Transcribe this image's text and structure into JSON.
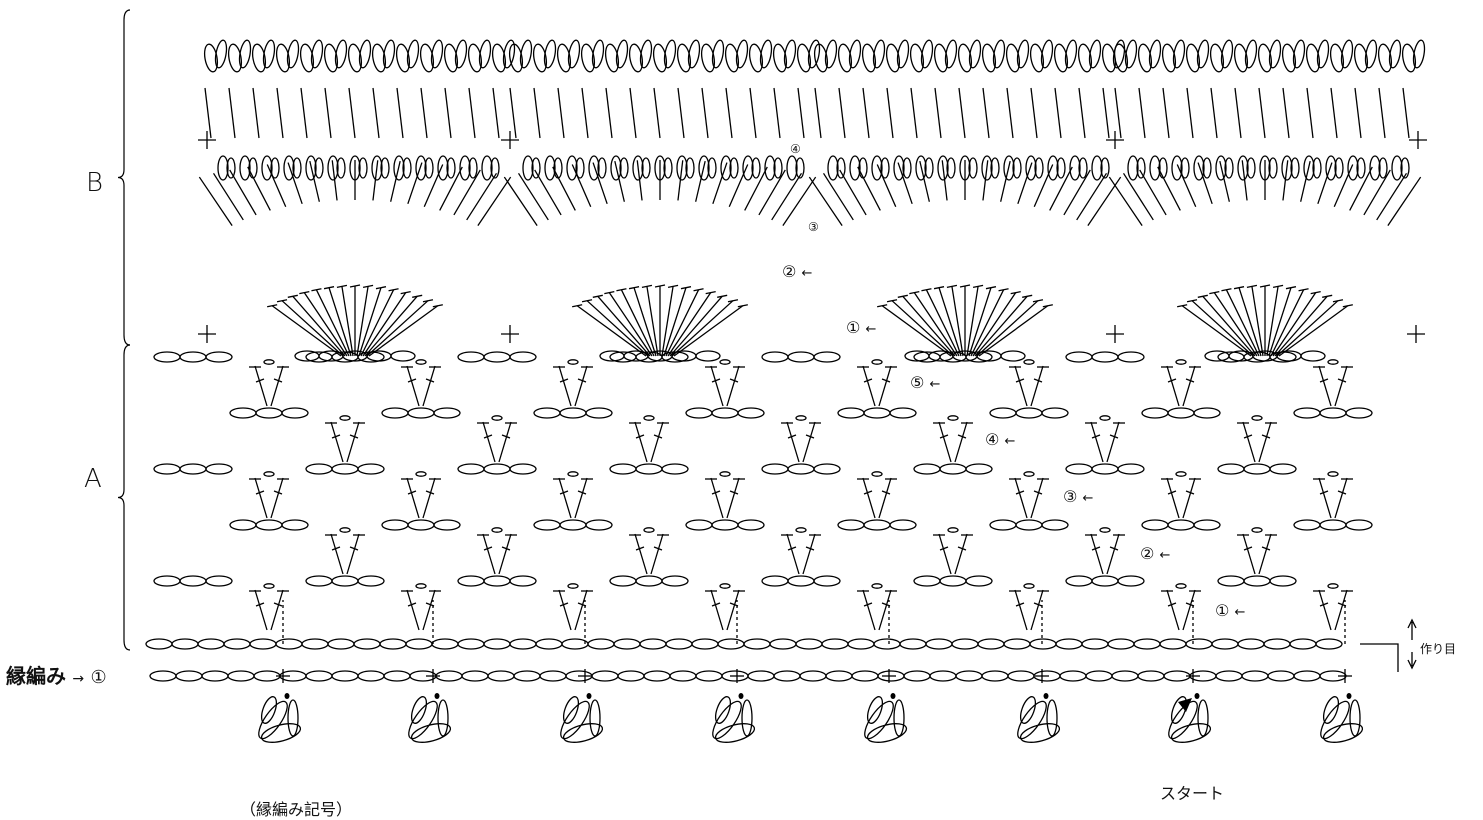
{
  "section_labels": {
    "b": "B",
    "a": "A"
  },
  "edge_label": "縁編み",
  "edge_arrow": "→",
  "edge_row_num": "①",
  "foundation_label": "作り目",
  "start_label": "スタート",
  "bottom_note": "（縁編み記号）",
  "row_markers_a": [
    {
      "num": "⑤",
      "arrow": "←"
    },
    {
      "num": "④",
      "arrow": "←"
    },
    {
      "num": "③",
      "arrow": "←"
    },
    {
      "num": "②",
      "arrow": "←"
    },
    {
      "num": "①",
      "arrow": "←"
    }
  ],
  "row_markers_b": [
    {
      "num": "④",
      "arrow": ""
    },
    {
      "num": "③",
      "arrow": ""
    },
    {
      "num": "②",
      "arrow": "←"
    },
    {
      "num": "①",
      "arrow": "←"
    }
  ],
  "line_color": "#000000"
}
